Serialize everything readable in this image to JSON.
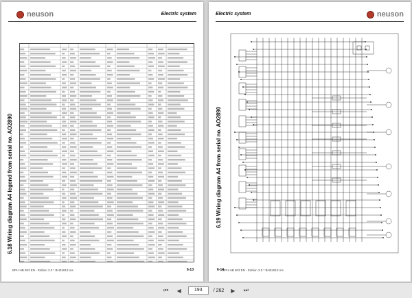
{
  "viewer": {
    "current_page": "193",
    "total_pages": "/ 262",
    "icons": [
      "first-page-icon",
      "prev-page-icon",
      "next-page-icon",
      "last-page-icon"
    ]
  },
  "left_page": {
    "brand": "neuson",
    "section": "Electric system",
    "title": "6.18   Wiring diagram A4 legend from serial no. AO2890",
    "footer": "BPH HB 903 EN - Edition 3.0 * BHZ4813 ms",
    "page_number": "6-13"
  },
  "right_page": {
    "brand": "neuson",
    "section": "Electric system",
    "title": "6.19   Wiring diagram A4 from serial no. AO2890",
    "footer": "BPH HB 903 EN - Edition 3.0 * BHZ4813 ms",
    "page_number": "6-14"
  },
  "colors": {
    "brand_red": "#b23a2a",
    "brand_gray": "#7a7a7a",
    "viewer_bg": "#d4d4d4"
  }
}
